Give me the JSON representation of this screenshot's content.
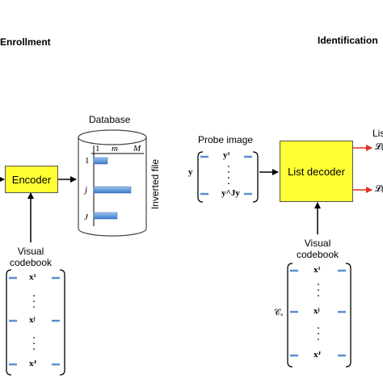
{
  "headers": {
    "enrollment": "Enrollment",
    "identification": "Identification"
  },
  "encoder": {
    "label": "Encoder"
  },
  "database": {
    "title": "Database",
    "col_1": "1",
    "col_m": "m",
    "col_M": "M",
    "row_1": "1",
    "row_j": "j",
    "row_J": "J",
    "side_label": "Inverted file"
  },
  "visual_codebook_left": {
    "label_line1": "Visual",
    "label_line2": "codebook",
    "entries": [
      "x¹",
      "xʲ",
      "xᴶ"
    ]
  },
  "probe": {
    "title": "Probe image",
    "var": "y",
    "entry_top": "y¹",
    "entry_bottom": "y^Jy"
  },
  "list_decoder": {
    "label": "List decoder"
  },
  "outputs": {
    "top_label": "Lis",
    "out_top": "𝓛(",
    "out_bottom": "𝓛("
  },
  "visual_codebook_right": {
    "label_line1": "Visual",
    "label_line2": "codebook",
    "var": "𝒞ₓ",
    "entries": [
      "x¹",
      "xʲ",
      "xᴶ"
    ]
  },
  "colors": {
    "box_fill": "#ffff33",
    "bar_fill": "#4a86d4",
    "arrow_red": "#e0301e"
  }
}
